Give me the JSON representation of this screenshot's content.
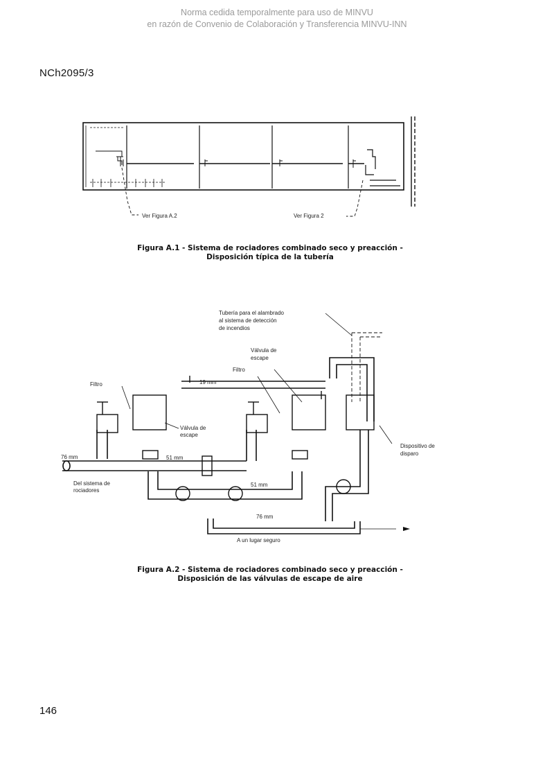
{
  "watermark": {
    "line1": "Norma cedida temporalmente para uso de MINVU",
    "line2": "en razón de Convenio de Colaboración y Transferencia MINVU-INN"
  },
  "header": {
    "doc_code": "NCh2095/3"
  },
  "figure_a1": {
    "label_left": "Ver Figura A.2",
    "label_right": "Ver Figura 2",
    "caption_line1": "Figura A.1 - Sistema de rociadores combinado seco y preacción -",
    "caption_line2": "Disposición típica de la tubería"
  },
  "figure_a2": {
    "labels": {
      "wiring": [
        "Tubería para el alambrado",
        "al sistema de detección",
        "de incendios"
      ],
      "valve_top": [
        "Válvula de",
        "escape"
      ],
      "filter_top": "Filtro",
      "size_19": "19 mm",
      "filter_left": "Filtro",
      "valve_left": [
        "Válvula de",
        "escape"
      ],
      "trigger": [
        "Dispositivo de",
        "disparo"
      ],
      "size_76_left": "76 mm",
      "size_51": "51 mm",
      "from_sprinklers": [
        "Del sistema de",
        "rociadores"
      ],
      "size_51_bottom": "51 mm",
      "size_76_bottom": "76 mm",
      "safe_place": "A un lugar seguro"
    },
    "caption_line1": "Figura A.2 - Sistema de rociadores combinado seco y preacción -",
    "caption_line2": "Disposición de las válvulas de escape de aire"
  },
  "footer": {
    "page_number": "146"
  }
}
